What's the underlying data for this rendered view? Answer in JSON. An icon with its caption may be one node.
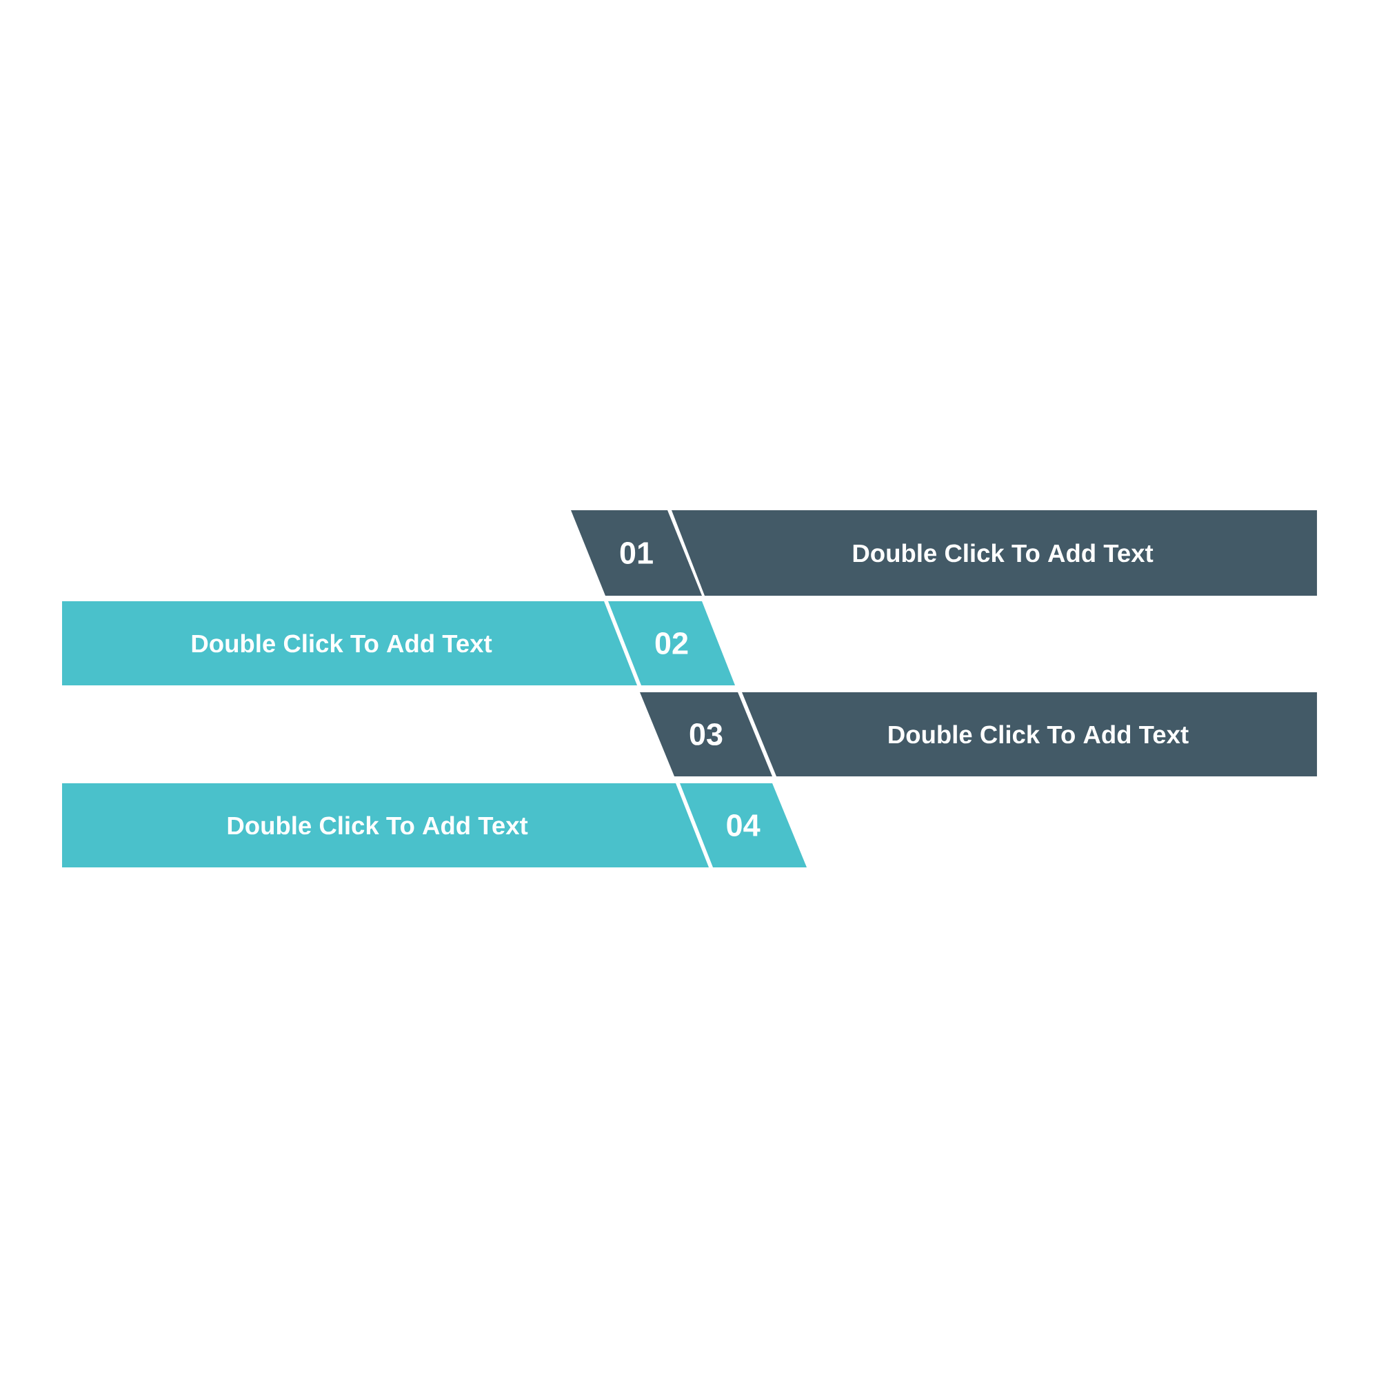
{
  "diagram": {
    "nodes": [
      {
        "text": [
          "01"
        ]
      },
      {
        "text": [
          "Double Click To Add Text"
        ]
      },
      {
        "text": [
          "Double Click To Add Text"
        ]
      },
      {
        "text": [
          "02"
        ]
      },
      {
        "text": [
          "03"
        ]
      },
      {
        "text": [
          "Double Click To Add Text"
        ]
      },
      {
        "text": [
          "Double Click To Add Text"
        ]
      },
      {
        "text": [
          "04"
        ]
      }
    ]
  }
}
